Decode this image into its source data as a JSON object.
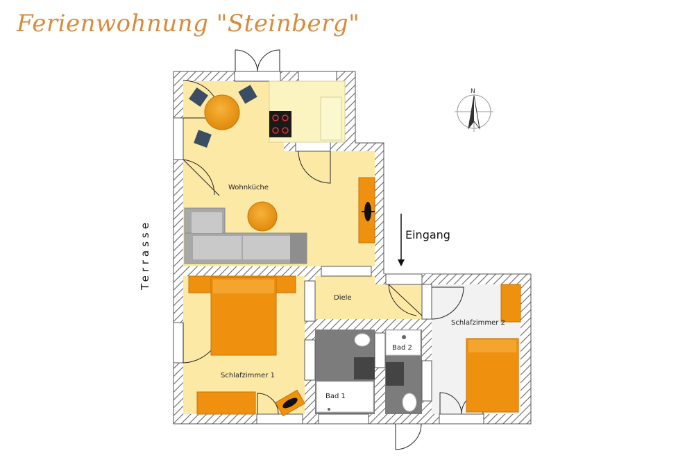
{
  "title": "Ferienwohnung \"Steinberg\"",
  "rooms": {
    "wohnkueche": "Wohnküche",
    "diele": "Diele",
    "schlafzimmer1": "Schlafzimmer 1",
    "schlafzimmer2": "Schlafzimmer 2",
    "bad1": "Bad 1",
    "bad2": "Bad 2"
  },
  "labels": {
    "eingang": "Eingang",
    "terrasse": "Terrasse",
    "compass": "N"
  },
  "colors": {
    "floor": "#fce9a6",
    "wall": "#ffffff",
    "furniture": "#f0900f",
    "chair": "#3a4d62",
    "sofa": "#a8a8a8",
    "bath": "#7c7c7c",
    "room2": "#f2f2f2",
    "title": "#d98a3a"
  }
}
